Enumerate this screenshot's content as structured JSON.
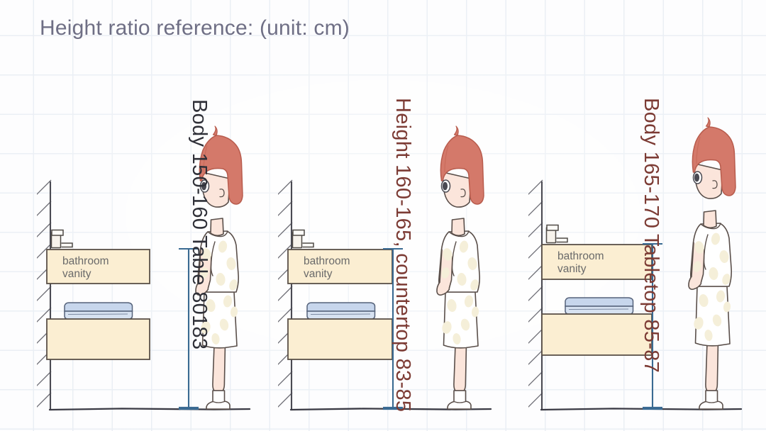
{
  "page": {
    "title": "Height ratio reference: (unit: cm)",
    "title_color": "#6f6f85",
    "background_color": "#fdfdfe",
    "grid_color": "#e9eef4"
  },
  "palette": {
    "vanity_fill": "#fbeed2",
    "vanity_stroke": "#5a5048",
    "towel_fill": "#c7d6ec",
    "towel_stroke": "#55627a",
    "measure_line": "#3a6a92",
    "wall_stroke": "#4a4a52",
    "floor_stroke": "#3a3a44",
    "hair": "#d4796a",
    "skin": "#fbe5db",
    "cloth": "#ffffff",
    "cloth_stroke": "#5a4f4a",
    "dot": "#f5efd9",
    "caption_dark": "#2f3038",
    "caption_red": "#7c3b34"
  },
  "scenes": [
    {
      "id": "scene-1",
      "caption": "Body 150-160 Table 80183",
      "caption_color": "#2f3038",
      "vanity_label": "bathroom\nvanity"
    },
    {
      "id": "scene-2",
      "caption": "Height 160-165, countertop 83-85",
      "caption_color": "#7c3b34",
      "vanity_label": "bathroom\nvanity"
    },
    {
      "id": "scene-3",
      "caption": "Body 165-170 Tabletop 85-87",
      "caption_color": "#7c3b34",
      "vanity_label": "bathroom\nvanity"
    }
  ]
}
